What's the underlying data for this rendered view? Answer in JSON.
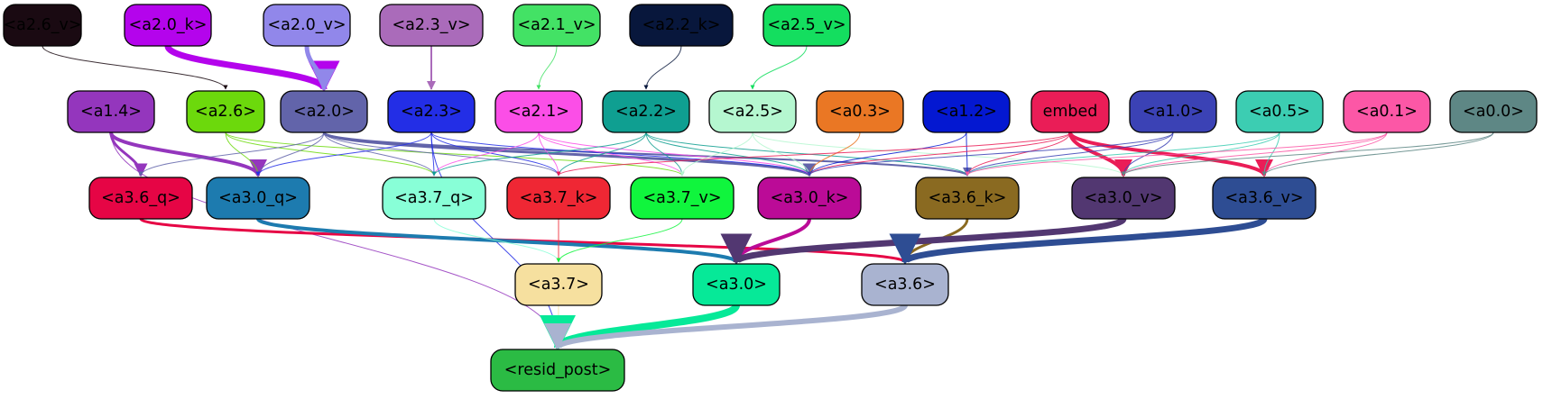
{
  "nodes": [
    {
      "id": "a2.6_v",
      "label": "<a2.6_v>",
      "color": "#1a0a12"
    },
    {
      "id": "a2.0_k",
      "label": "<a2.0_k>",
      "color": "#b404ec"
    },
    {
      "id": "a2.0_v",
      "label": "<a2.0_v>",
      "color": "#9187ea"
    },
    {
      "id": "a2.3_v",
      "label": "<a2.3_v>",
      "color": "#aa6bba"
    },
    {
      "id": "a2.1_v",
      "label": "<a2.1_v>",
      "color": "#43e265"
    },
    {
      "id": "a2.2_k",
      "label": "<a2.2_k>",
      "color": "#08173c"
    },
    {
      "id": "a2.5_v",
      "label": "<a2.5_v>",
      "color": "#14de5f"
    },
    {
      "id": "a1.4",
      "label": "<a1.4>",
      "color": "#9436bd"
    },
    {
      "id": "a2.6",
      "label": "<a2.6>",
      "color": "#6cd90c"
    },
    {
      "id": "a2.0",
      "label": "<a2.0>",
      "color": "#6264aa"
    },
    {
      "id": "a2.3",
      "label": "<a2.3>",
      "color": "#232ee6"
    },
    {
      "id": "a2.1",
      "label": "<a2.1>",
      "color": "#fb4ee7"
    },
    {
      "id": "a2.2",
      "label": "<a2.2>",
      "color": "#0f9f91"
    },
    {
      "id": "a2.5",
      "label": "<a2.5>",
      "color": "#b5f7d0"
    },
    {
      "id": "a0.3",
      "label": "<a0.3>",
      "color": "#ea7724"
    },
    {
      "id": "a1.2",
      "label": "<a1.2>",
      "color": "#0418d1"
    },
    {
      "id": "embed",
      "label": "embed",
      "color": "#ea1d57"
    },
    {
      "id": "a1.0",
      "label": "<a1.0>",
      "color": "#3b42b5"
    },
    {
      "id": "a0.5",
      "label": "<a0.5>",
      "color": "#3ccdb2"
    },
    {
      "id": "a0.1",
      "label": "<a0.1>",
      "color": "#fc57a6"
    },
    {
      "id": "a0.0",
      "label": "<a0.0>",
      "color": "#5e8785"
    },
    {
      "id": "a3.6_q",
      "label": "<a3.6_q>",
      "color": "#e60545"
    },
    {
      "id": "a3.0_q",
      "label": "<a3.0_q>",
      "color": "#1d7baf"
    },
    {
      "id": "a3.7_q",
      "label": "<a3.7_q>",
      "color": "#88ffd7"
    },
    {
      "id": "a3.7_k",
      "label": "<a3.7_k>",
      "color": "#ef2734"
    },
    {
      "id": "a3.7_v",
      "label": "<a3.7_v>",
      "color": "#10f53d"
    },
    {
      "id": "a3.0_k",
      "label": "<a3.0_k>",
      "color": "#bb0b97"
    },
    {
      "id": "a3.6_k",
      "label": "<a3.6_k>",
      "color": "#8a6a21"
    },
    {
      "id": "a3.0_v",
      "label": "<a3.0_v>",
      "color": "#523771"
    },
    {
      "id": "a3.6_v",
      "label": "<a3.6_v>",
      "color": "#2e4d93"
    },
    {
      "id": "a3.7",
      "label": "<a3.7>",
      "color": "#f6e09f"
    },
    {
      "id": "a3.0",
      "label": "<a3.0>",
      "color": "#06e998"
    },
    {
      "id": "a3.6",
      "label": "<a3.6>",
      "color": "#a9b3d0"
    },
    {
      "id": "resid_post",
      "label": "<resid_post>",
      "color": "#2bbb44"
    }
  ],
  "edges": [
    {
      "from": "a2.6_v",
      "to": "a2.6",
      "color": "#1a0a12",
      "weight": 1
    },
    {
      "from": "a2.0_k",
      "to": "a2.0",
      "color": "#b404ec",
      "weight": 7
    },
    {
      "from": "a2.0_v",
      "to": "a2.0",
      "color": "#9187ea",
      "weight": 5
    },
    {
      "from": "a2.3_v",
      "to": "a2.3",
      "color": "#aa6bba",
      "weight": 2
    },
    {
      "from": "a2.1_v",
      "to": "a2.1",
      "color": "#43e265",
      "weight": 1
    },
    {
      "from": "a2.2_k",
      "to": "a2.2",
      "color": "#08173c",
      "weight": 1
    },
    {
      "from": "a2.5_v",
      "to": "a2.5",
      "color": "#14de5f",
      "weight": 1
    },
    {
      "from": "a1.4",
      "to": "a3.6_q",
      "color": "#9436bd",
      "weight": 3
    },
    {
      "from": "a1.4",
      "to": "a3.0_q",
      "color": "#9436bd",
      "weight": 4
    },
    {
      "from": "a1.4",
      "to": "resid_post",
      "color": "#9436bd",
      "weight": 1
    },
    {
      "from": "a2.6",
      "to": "a3.0_q",
      "color": "#6cd90c",
      "weight": 1
    },
    {
      "from": "a2.6",
      "to": "a3.7_q",
      "color": "#6cd90c",
      "weight": 1
    },
    {
      "from": "a2.6",
      "to": "a3.7_v",
      "color": "#6cd90c",
      "weight": 1
    },
    {
      "from": "a2.0",
      "to": "a3.6_q",
      "color": "#6264aa",
      "weight": 1
    },
    {
      "from": "a2.0",
      "to": "a3.0_q",
      "color": "#6264aa",
      "weight": 1
    },
    {
      "from": "a2.0",
      "to": "a3.7_q",
      "color": "#6264aa",
      "weight": 1
    },
    {
      "from": "a2.0",
      "to": "a3.7_k",
      "color": "#6264aa",
      "weight": 1
    },
    {
      "from": "a2.0",
      "to": "a3.0_k",
      "color": "#6264aa",
      "weight": 3
    },
    {
      "from": "a2.0",
      "to": "a3.6_k",
      "color": "#6264aa",
      "weight": 2
    },
    {
      "from": "a2.3",
      "to": "a3.0_q",
      "color": "#232ee6",
      "weight": 1
    },
    {
      "from": "a2.3",
      "to": "a3.7_q",
      "color": "#232ee6",
      "weight": 1
    },
    {
      "from": "a2.3",
      "to": "a3.7_k",
      "color": "#232ee6",
      "weight": 1
    },
    {
      "from": "a2.3",
      "to": "a3.0_k",
      "color": "#232ee6",
      "weight": 1
    },
    {
      "from": "a2.3",
      "to": "resid_post",
      "color": "#232ee6",
      "weight": 1
    },
    {
      "from": "a2.1",
      "to": "a3.7_q",
      "color": "#fb4ee7",
      "weight": 1
    },
    {
      "from": "a2.1",
      "to": "a3.7_k",
      "color": "#fb4ee7",
      "weight": 1
    },
    {
      "from": "a2.1",
      "to": "a3.7_v",
      "color": "#fb4ee7",
      "weight": 1
    },
    {
      "from": "a2.1",
      "to": "a3.0_k",
      "color": "#fb4ee7",
      "weight": 1
    },
    {
      "from": "a2.2",
      "to": "a3.7_q",
      "color": "#0f9f91",
      "weight": 1
    },
    {
      "from": "a2.2",
      "to": "a3.7_k",
      "color": "#0f9f91",
      "weight": 1
    },
    {
      "from": "a2.2",
      "to": "a3.7_v",
      "color": "#0f9f91",
      "weight": 1
    },
    {
      "from": "a2.2",
      "to": "a3.0_k",
      "color": "#0f9f91",
      "weight": 1
    },
    {
      "from": "a2.2",
      "to": "a3.6_k",
      "color": "#0f9f91",
      "weight": 1
    },
    {
      "from": "a2.5",
      "to": "a3.7_v",
      "color": "#b5f7d0",
      "weight": 1
    },
    {
      "from": "a2.5",
      "to": "a3.0_k",
      "color": "#b5f7d0",
      "weight": 1
    },
    {
      "from": "a2.5",
      "to": "a3.0_v",
      "color": "#b5f7d0",
      "weight": 1
    },
    {
      "from": "a0.3",
      "to": "a3.0_k",
      "color": "#ea7724",
      "weight": 1
    },
    {
      "from": "a1.2",
      "to": "a3.0_k",
      "color": "#0418d1",
      "weight": 1
    },
    {
      "from": "a1.2",
      "to": "a3.6_k",
      "color": "#0418d1",
      "weight": 1
    },
    {
      "from": "embed",
      "to": "a3.7_k",
      "color": "#ea1d57",
      "weight": 1
    },
    {
      "from": "embed",
      "to": "a3.0_k",
      "color": "#ea1d57",
      "weight": 1
    },
    {
      "from": "embed",
      "to": "a3.6_k",
      "color": "#ea1d57",
      "weight": 1
    },
    {
      "from": "embed",
      "to": "a3.0_v",
      "color": "#ea1d57",
      "weight": 4
    },
    {
      "from": "embed",
      "to": "a3.6_v",
      "color": "#ea1d57",
      "weight": 4
    },
    {
      "from": "a1.0",
      "to": "a3.0_k",
      "color": "#3b42b5",
      "weight": 1
    },
    {
      "from": "a1.0",
      "to": "a3.6_k",
      "color": "#3b42b5",
      "weight": 1
    },
    {
      "from": "a1.0",
      "to": "a3.0_v",
      "color": "#3b42b5",
      "weight": 1
    },
    {
      "from": "a0.5",
      "to": "a3.6_k",
      "color": "#3ccdb2",
      "weight": 1
    },
    {
      "from": "a0.5",
      "to": "a3.0_v",
      "color": "#3ccdb2",
      "weight": 1
    },
    {
      "from": "a0.5",
      "to": "a3.6_v",
      "color": "#3ccdb2",
      "weight": 1
    },
    {
      "from": "a0.1",
      "to": "a3.6_k",
      "color": "#fc57a6",
      "weight": 1
    },
    {
      "from": "a0.1",
      "to": "a3.0_v",
      "color": "#fc57a6",
      "weight": 1
    },
    {
      "from": "a0.1",
      "to": "a3.6_v",
      "color": "#fc57a6",
      "weight": 1
    },
    {
      "from": "a0.0",
      "to": "a3.0_v",
      "color": "#5e8785",
      "weight": 1
    },
    {
      "from": "a0.0",
      "to": "a3.6_v",
      "color": "#5e8785",
      "weight": 1
    },
    {
      "from": "a3.6_q",
      "to": "a3.6",
      "color": "#e60545",
      "weight": 3
    },
    {
      "from": "a3.0_q",
      "to": "a3.0",
      "color": "#1d7baf",
      "weight": 4
    },
    {
      "from": "a3.7_q",
      "to": "a3.7",
      "color": "#88ffd7",
      "weight": 1
    },
    {
      "from": "a3.7_k",
      "to": "a3.7",
      "color": "#ef2734",
      "weight": 1
    },
    {
      "from": "a3.7_v",
      "to": "a3.7",
      "color": "#10f53d",
      "weight": 1
    },
    {
      "from": "a3.0_k",
      "to": "a3.0",
      "color": "#bb0b97",
      "weight": 4
    },
    {
      "from": "a3.6_k",
      "to": "a3.6",
      "color": "#8a6a21",
      "weight": 3
    },
    {
      "from": "a3.0_v",
      "to": "a3.0",
      "color": "#523771",
      "weight": 7
    },
    {
      "from": "a3.6_v",
      "to": "a3.6",
      "color": "#2e4d93",
      "weight": 7
    },
    {
      "from": "a3.7",
      "to": "resid_post",
      "color": "#f6e09f",
      "weight": 1
    },
    {
      "from": "a3.0",
      "to": "resid_post",
      "color": "#06e998",
      "weight": 8
    },
    {
      "from": "a3.6",
      "to": "resid_post",
      "color": "#a9b3d0",
      "weight": 6
    }
  ]
}
